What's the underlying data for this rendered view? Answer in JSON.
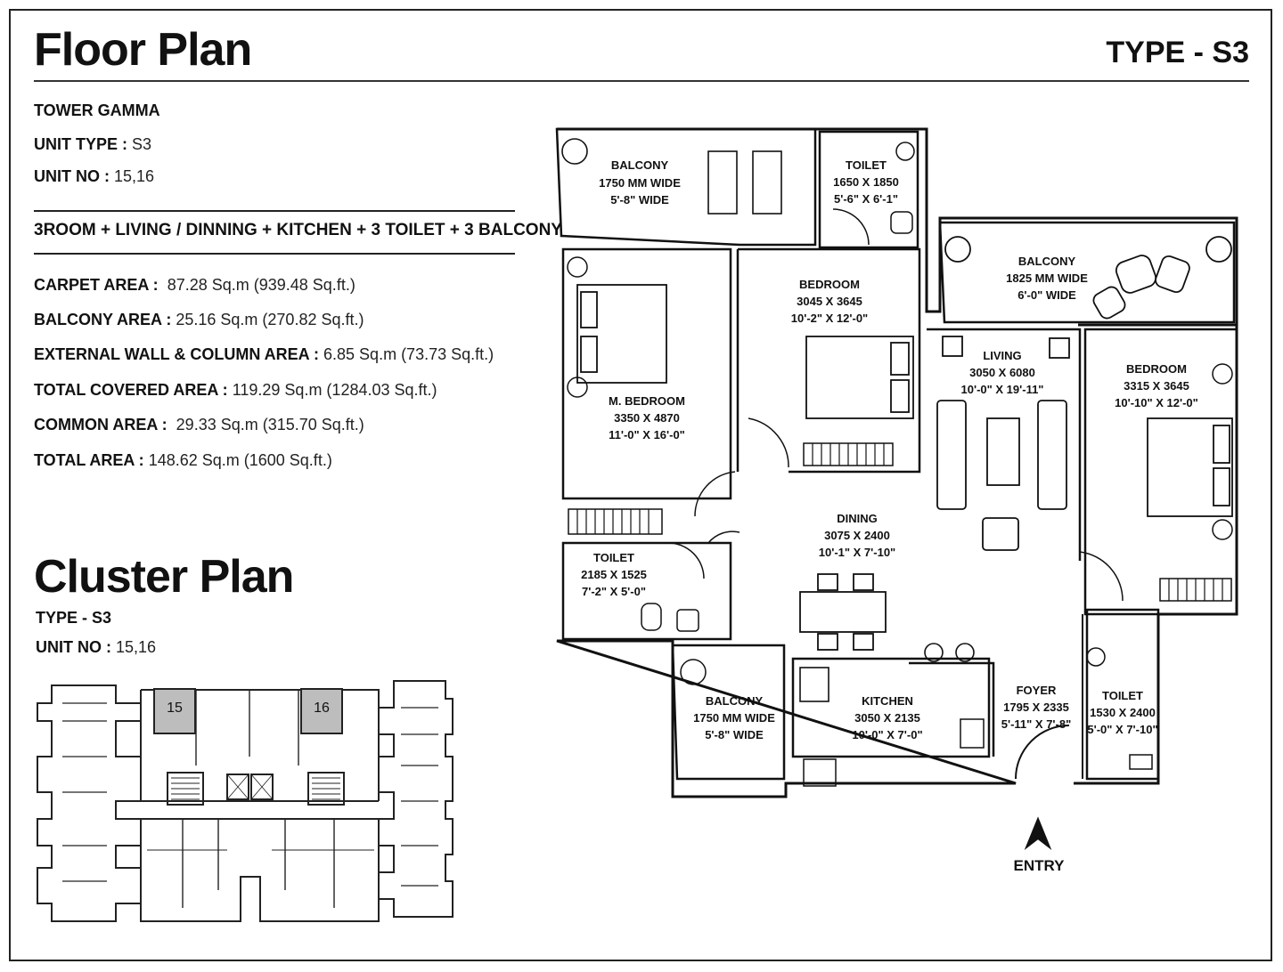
{
  "header": {
    "title": "Floor Plan",
    "type_label": "TYPE - S3"
  },
  "unit_info": {
    "tower": "TOWER GAMMA",
    "unit_type_label": "UNIT TYPE :",
    "unit_type_value": "S3",
    "unit_no_label": "UNIT NO :",
    "unit_no_value": "15,16"
  },
  "configuration": "3ROOM + LIVING / DINNING + KITCHEN + 3 TOILET + 3 BALCONY",
  "areas": [
    {
      "label": "CARPET AREA :",
      "value": "87.28 Sq.m (939.48 Sq.ft.)"
    },
    {
      "label": "BALCONY AREA :",
      "value": "25.16 Sq.m (270.82 Sq.ft.)"
    },
    {
      "label": "EXTERNAL WALL & COLUMN AREA :",
      "value": "6.85 Sq.m (73.73 Sq.ft.)"
    },
    {
      "label": "TOTAL COVERED AREA :",
      "value": "119.29 Sq.m (1284.03 Sq.ft.)"
    },
    {
      "label": "COMMON AREA :",
      "value": "29.33 Sq.m (315.70 Sq.ft.)"
    },
    {
      "label": "TOTAL AREA :",
      "value": "148.62 Sq.m (1600 Sq.ft.)"
    }
  ],
  "cluster": {
    "title": "Cluster Plan",
    "type_label": "TYPE - S3",
    "unit_no_label": "UNIT NO :",
    "unit_no_value": "15,16",
    "units": [
      "15",
      "16"
    ]
  },
  "rooms": {
    "balcony_top": [
      "BALCONY",
      "1750 MM WIDE",
      "5'-8\" WIDE"
    ],
    "toilet_top": [
      "TOILET",
      "1650 X 1850",
      "5'-6\" X 6'-1\""
    ],
    "balcony_right": [
      "BALCONY",
      "1825 MM WIDE",
      "6'-0\" WIDE"
    ],
    "bedroom_center": [
      "BEDROOM",
      "3045 X 3645",
      "10'-2\" X 12'-0\""
    ],
    "master_bedroom": [
      "M. BEDROOM",
      "3350 X 4870",
      "11'-0\" X 16'-0\""
    ],
    "living": [
      "LIVING",
      "3050 X 6080",
      "10'-0\" X 19'-11\""
    ],
    "bedroom_right": [
      "BEDROOM",
      "3315 X 3645",
      "10'-10\" X 12'-0\""
    ],
    "dining": [
      "DINING",
      "3075 X 2400",
      "10'-1\" X 7'-10\""
    ],
    "toilet_left": [
      "TOILET",
      "2185 X 1525",
      "7'-2\" X 5'-0\""
    ],
    "balcony_bottom": [
      "BALCONY",
      "1750 MM WIDE",
      "5'-8\" WIDE"
    ],
    "kitchen": [
      "KITCHEN",
      "3050 X 2135",
      "10'-0\" X 7'-0\""
    ],
    "foyer": [
      "FOYER",
      "1795 X 2335",
      "5'-11\" X 7'-8\""
    ],
    "toilet_right": [
      "TOILET",
      "1530 X 2400",
      "5'-0\" X 7'-10\""
    ]
  },
  "entry_label": "ENTRY",
  "colors": {
    "ink": "#111111",
    "unit_highlight": "#bdbdbd"
  }
}
